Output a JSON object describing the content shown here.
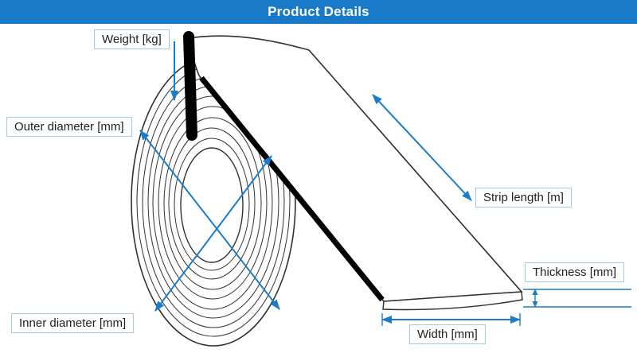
{
  "header": {
    "title": "Product Details"
  },
  "diagram": {
    "subject": "steel-strip-coil-dimension-diagram",
    "labels": {
      "weight": "Weight [kg]",
      "outer_diameter": "Outer diameter [mm]",
      "inner_diameter": "Inner diameter [mm]",
      "strip_length": "Strip length [m]",
      "thickness": "Thickness [mm]",
      "width": "Width [mm]"
    },
    "colors": {
      "header_bg": "#1779c8",
      "arrow": "#1c7cc9",
      "outline": "#2f2f2f",
      "strip_edge": "#000000",
      "label_border": "#a9c8e4"
    }
  }
}
